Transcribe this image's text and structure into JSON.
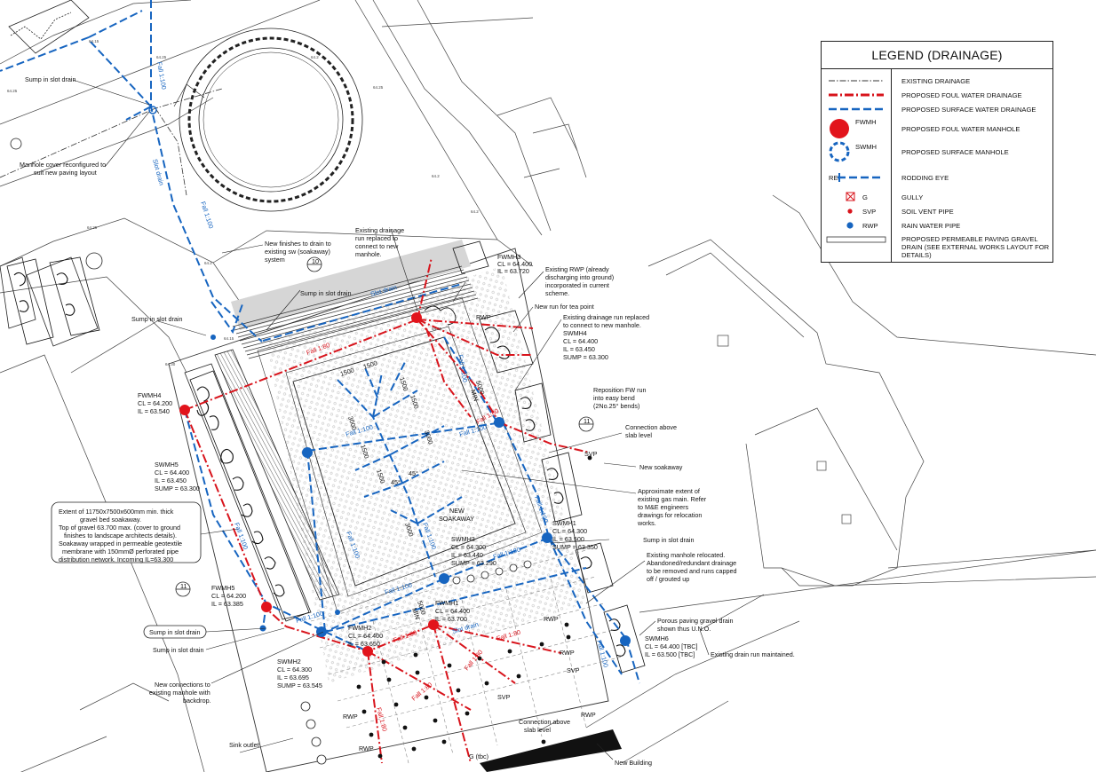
{
  "colors": {
    "foul": "#d8141c",
    "surface": "#1765c0",
    "ink": "#222222",
    "paving": "#dcdcdc"
  },
  "legend": {
    "title": "LEGEND (DRAINAGE)",
    "items": [
      {
        "label": "EXISTING DRAINAGE",
        "icon": "existing-drainage-line"
      },
      {
        "label": "PROPOSED FOUL WATER DRAINAGE",
        "icon": "foul-drainage-line"
      },
      {
        "label": "PROPOSED SURFACE WATER DRAINAGE",
        "icon": "surface-drainage-line"
      },
      {
        "label": "PROPOSED FOUL WATER MANHOLE",
        "symbol_text": "FWMH",
        "icon": "foul-manhole-icon"
      },
      {
        "label": "PROPOSED SURFACE MANHOLE",
        "symbol_text": "SWMH",
        "icon": "surface-manhole-icon"
      },
      {
        "label": "RODDING EYE",
        "symbol_text": "RE",
        "icon": "rodding-eye-icon"
      },
      {
        "label": "GULLY",
        "symbol_text": "G",
        "icon": "gully-icon"
      },
      {
        "label": "SOIL VENT PIPE",
        "symbol_text": "SVP",
        "icon": "svp-icon"
      },
      {
        "label": "RAIN WATER PIPE",
        "symbol_text": "RWP",
        "icon": "rwp-icon"
      },
      {
        "label": "PROPOSED PERMEABLE PAVING GRAVEL DRAIN (SEE EXTERNAL WORKS LAYOUT FOR DETAILS)",
        "icon": "gravel-drain-icon"
      }
    ]
  },
  "manholes": {
    "fwmh3": {
      "name": "FWMH3",
      "cl": "CL = 64.400",
      "il": "IL = 63.720"
    },
    "fwmh4": {
      "name": "FWMH4",
      "cl": "CL = 64.200",
      "il": "IL = 63.540"
    },
    "swmh5": {
      "name": "SWMH5",
      "cl": "CL = 64.400",
      "il": "IL = 63.450",
      "sump": "SUMP = 63.300"
    },
    "swmh4": {
      "name": "SWMH4",
      "cl": "CL = 64.400",
      "il": "IL = 63.450",
      "sump": "SUMP = 63.300"
    },
    "swmh3": {
      "name": "SWMH3",
      "cl": "CL = 64.300",
      "il": "IL = 63.440",
      "sump": "SUMP = 63.290"
    },
    "swmh1": {
      "name": "SWMH1",
      "cl": "CL = 64.300",
      "il": "IL = 63.500",
      "sump": "SUMP = 63.350"
    },
    "fwmh5": {
      "name": "FWMH5",
      "cl": "CL = 64.200",
      "il": "IL = 63.385"
    },
    "fwmh1": {
      "name": "FWMH1",
      "cl": "CL = 64.400",
      "il": "IL = 63.700"
    },
    "fwmh2": {
      "name": "FWMH2",
      "cl": "CL = 64.400",
      "il": "IL = 63.650"
    },
    "swmh2": {
      "name": "SWMH2",
      "cl": "CL = 64.300",
      "il": "IL = 63.695",
      "sump": "SUMP = 63.545"
    },
    "swmh6": {
      "name": "SWMH6",
      "cl": "CL = 64.400 [TBC]",
      "il": "IL = 63.500 [TBC]"
    }
  },
  "notes": {
    "sump_slot_1": "Sump in slot drain",
    "manhole_cover": [
      "Manhole cover reconfigured to",
      "suit new paving layout"
    ],
    "new_finishes": [
      "New finishes to drain to",
      "existing sw (soakaway)",
      "system"
    ],
    "sump_slot_2": "Sump in slot drain",
    "existing_run_replaced": [
      "Existing drainage",
      "run replaced to",
      "connect to new",
      "manhole."
    ],
    "existing_rwp": [
      "Existing RWP (already",
      "discharging into ground)",
      "incorporated in current",
      "scheme."
    ],
    "tea_point": "New run for tea point",
    "existing_run_replaced_2": [
      "Existing drainage run replaced",
      "to connect to new manhole."
    ],
    "sump_slot_3": "Sump in slot drain",
    "reposition_fw": [
      "Reposition FW run",
      "into easy bend",
      "(2No.25° bends)"
    ],
    "connection_above": [
      "Connection above",
      "slab level"
    ],
    "new_soakaway_note": "New soakaway",
    "gas_main": [
      "Approximate extent of",
      "existing gas main.  Refer",
      "to M&E engineers",
      "drawings for relocation",
      "works."
    ],
    "sump_slot_4": "Sump in slot drain",
    "manhole_relocated": [
      "Existing manhole relocated.",
      "Abandoned/redundant drainage",
      "to be removed and runs capped",
      "off / grouted up"
    ],
    "porous_paving": [
      "Porous paving gravel drain",
      "shown thus U.N.O."
    ],
    "drain_maintained": "Existing drain run maintained.",
    "soakaway_box": [
      "Extent of 11750x7500x600mm min. thick",
      "gravel bed soakaway.",
      "Top of gravel 63.700 max. (cover to ground",
      "finishes to landscape architects details).",
      "Soakaway wrapped in permeable geotextile",
      "membrane with 150mmØ perforated pipe",
      "distribution network. Incoming IL=63.300"
    ],
    "sump_box": "Sump in slot drain",
    "sump_slot_5": "Sump in slot drain",
    "new_connections": [
      "New connections to",
      "existing manhole with",
      "backdrop."
    ],
    "connection_above_2": [
      "Connection above",
      "slab level"
    ],
    "sink_outlet": "Sink outlet",
    "new_building": "New Building",
    "g_tbc": "G (tbc)",
    "new_soakaway": [
      "NEW",
      "SOAKAWAY"
    ]
  },
  "symbols": {
    "rwp": "RWP",
    "svp": "SVP",
    "re": "RE",
    "min": "MIN"
  },
  "flow_labels": {
    "fall_100": "Fall 1:100",
    "fall_80": "Fall 1:80",
    "slot_drain": "Slot drain"
  },
  "dimensions": {
    "d1500": "1500",
    "d3000": "3000",
    "d5000": "5000",
    "deg45": "45°"
  },
  "section_marks": {
    "s10": "10",
    "s11": "11"
  },
  "levels": {
    "l1": "64.15",
    "l2": "64.25",
    "l3": "64.2",
    "l4": "64.30",
    "l5": "64.35"
  }
}
